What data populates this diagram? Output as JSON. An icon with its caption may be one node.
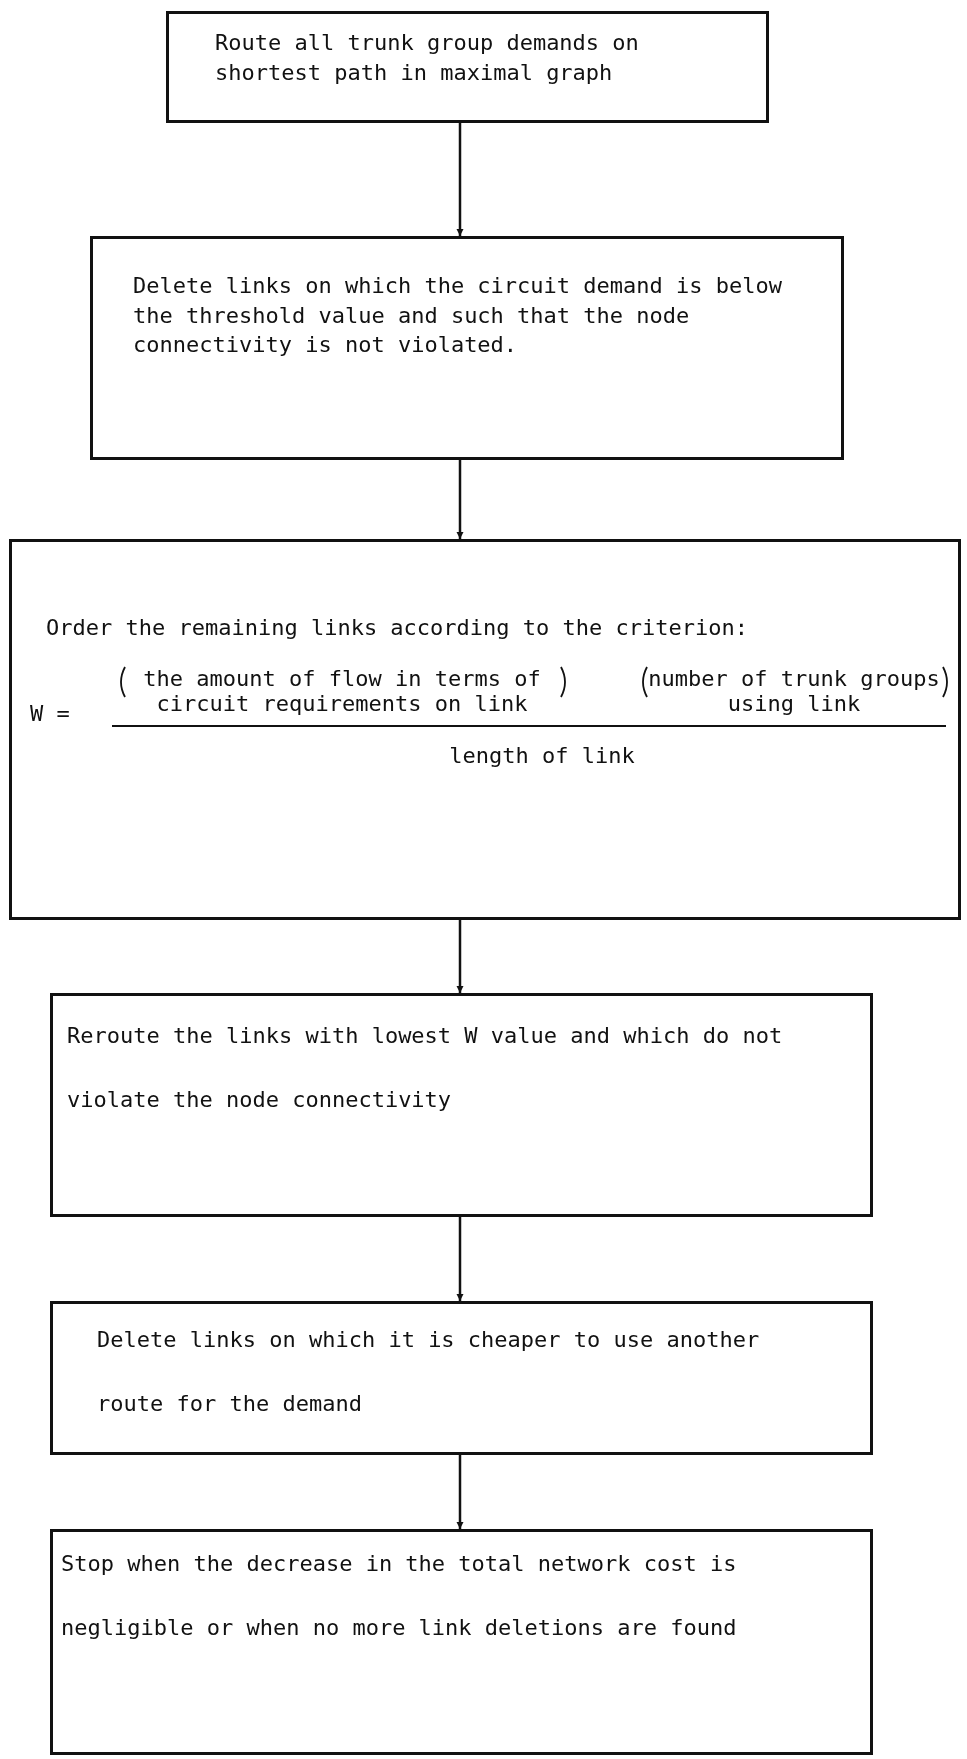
{
  "diagram": {
    "nodes": [
      {
        "text": [
          "Route all trunk group demands on shortest path in maximal graph"
        ]
      },
      {
        "text": [
          "Delete links on which the circuit demand is below the threshold value and such that the node connectivity is not violated."
        ]
      },
      {
        "text": [
          "Order the remaining links according to the criterion:",
          "W =",
          "the amount of flow in terms of circuit requirements on link",
          "number of trunk groups using link",
          "length of link"
        ]
      },
      {
        "text": [
          "Reroute the links with lowest W value and which do not violate the node connectivity"
        ]
      },
      {
        "text": [
          "Delete links on which it is cheaper to use another route for the demand"
        ]
      },
      {
        "text": [
          "Stop when the decrease in the total network cost is negligible or when no more link deletions are found"
        ]
      }
    ],
    "edges": [
      {
        "from": 0,
        "to": 1,
        "arrow": "to"
      },
      {
        "from": 1,
        "to": 2,
        "arrow": "to"
      },
      {
        "from": 2,
        "to": 3,
        "arrow": "to"
      },
      {
        "from": 3,
        "to": 4,
        "arrow": "to"
      },
      {
        "from": 4,
        "to": 5,
        "arrow": "to"
      }
    ]
  }
}
